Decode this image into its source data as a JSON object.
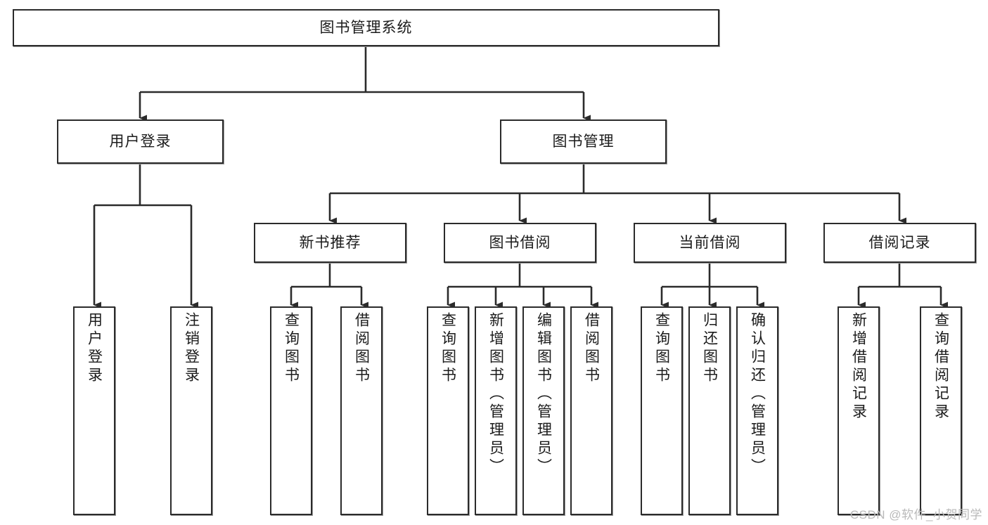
{
  "diagram": {
    "title": "图书管理系统",
    "type": "tree",
    "watermark": "CSDN @软件_小贺同学",
    "colors": {
      "box_border": "#2b2b2b",
      "box_fill": "#ffffff",
      "connector": "#2b2b2b",
      "text": "#1b1b1b",
      "watermark": "#b9b9b9"
    },
    "levels": {
      "root": {
        "label": "图书管理系统"
      },
      "level2": [
        {
          "label": "用户登录"
        },
        {
          "label": "图书管理"
        }
      ],
      "level3": [
        {
          "label": "新书推荐"
        },
        {
          "label": "图书借阅"
        },
        {
          "label": "当前借阅"
        },
        {
          "label": "借阅记录"
        }
      ],
      "leaves": {
        "用户登录": [
          {
            "label": "用户登录"
          },
          {
            "label": "注销登录"
          }
        ],
        "新书推荐": [
          {
            "label": "查询图书"
          },
          {
            "label": "借阅图书"
          }
        ],
        "图书借阅": [
          {
            "label": "查询图书"
          },
          {
            "label": "新增图书（管理员）"
          },
          {
            "label": "编辑图书（管理员）"
          },
          {
            "label": "借阅图书"
          }
        ],
        "当前借阅": [
          {
            "label": "查询图书"
          },
          {
            "label": "归还图书"
          },
          {
            "label": "确认归还（管理员）"
          }
        ],
        "借阅记录": [
          {
            "label": "新增借阅记录"
          },
          {
            "label": "查询借阅记录"
          }
        ]
      }
    },
    "nodes": {
      "root": {
        "text": "图书管理系统"
      },
      "u_login": {
        "text": "用户登录"
      },
      "b_mgmt": {
        "text": "图书管理"
      },
      "n_rec": {
        "text": "新书推荐"
      },
      "b_borrow": {
        "text": "图书借阅"
      },
      "cur_bor": {
        "text": "当前借阅"
      },
      "bor_log": {
        "text": "借阅记录"
      },
      "l1": {
        "text": "用户登录"
      },
      "l2": {
        "text": "注销登录"
      },
      "l3": {
        "text": "查询图书"
      },
      "l4": {
        "text": "借阅图书"
      },
      "l5": {
        "text": "查询图书"
      },
      "l6": {
        "text": "新增图书（管理员）"
      },
      "l7": {
        "text": "编辑图书（管理员）"
      },
      "l8": {
        "text": "借阅图书"
      },
      "l9": {
        "text": "查询图书"
      },
      "l10": {
        "text": "归还图书"
      },
      "l11": {
        "text": "确认归还（管理员）"
      },
      "l12": {
        "text": "新增借阅记录"
      },
      "l13": {
        "text": "查询借阅记录"
      }
    }
  }
}
